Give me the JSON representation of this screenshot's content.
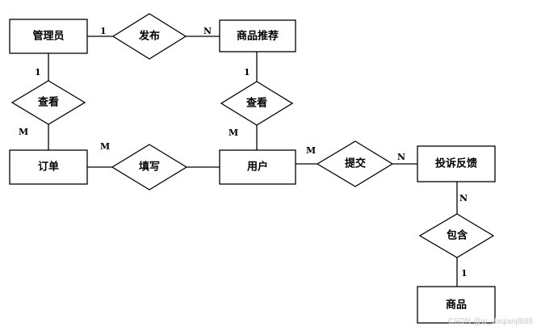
{
  "entities": [
    {
      "id": "admin",
      "label": "管理员"
    },
    {
      "id": "rec",
      "label": "商品推荐"
    },
    {
      "id": "order",
      "label": "订单"
    },
    {
      "id": "user",
      "label": "用户"
    },
    {
      "id": "complaint",
      "label": "投诉反馈"
    },
    {
      "id": "goods",
      "label": "商品"
    }
  ],
  "relationships": [
    {
      "id": "publish",
      "label": "发布"
    },
    {
      "id": "view1",
      "label": "查看"
    },
    {
      "id": "view2",
      "label": "查看"
    },
    {
      "id": "fill",
      "label": "填写"
    },
    {
      "id": "submit",
      "label": "提交"
    },
    {
      "id": "contain",
      "label": "包含"
    }
  ],
  "cardinalities": {
    "admin_publish": "1",
    "publish_rec": "N",
    "admin_view1": "1",
    "view1_order": "M",
    "rec_view2": "1",
    "view2_user": "M",
    "order_fill": "M",
    "user_submit": "M",
    "submit_complaint": "N",
    "complaint_contain": "N",
    "contain_goods": "1"
  },
  "watermark": "CSDN @w_daqianjl889"
}
